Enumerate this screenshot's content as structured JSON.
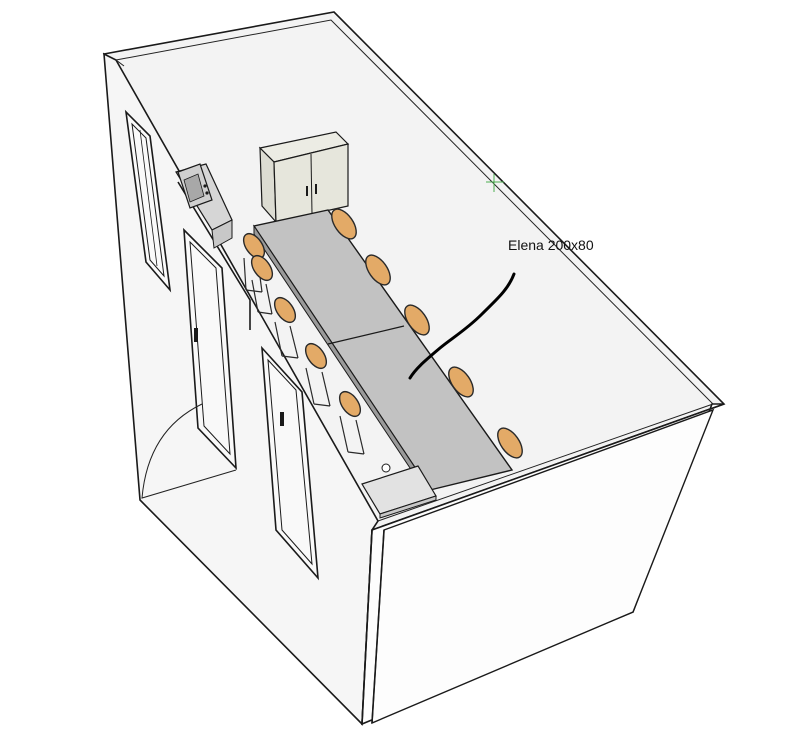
{
  "annotation": {
    "label": "Elena 200x80"
  },
  "colors": {
    "background": "#ffffff",
    "roof": "#f3f3f3",
    "left_wall": "#f6f6f6",
    "front_wall": "#fdfdfd",
    "table": "#c2c2c2",
    "table_edge": "#9a9a9a",
    "chair_wood": "#e3aa67",
    "chair_frame": "#2a2a2a",
    "cabinet": "#e6e6dc",
    "microwave": "#d0d0d0",
    "counter": "#d6d6d6",
    "door_arc": "#222222"
  },
  "objects": [
    "container-roof",
    "left-wall",
    "front-wall",
    "window-left",
    "door-upper",
    "door-lower",
    "storage-cabinet",
    "microwave",
    "counter",
    "conference-table",
    "chairs-right-row",
    "chairs-left-row",
    "side-box",
    "annotation-stroke"
  ]
}
